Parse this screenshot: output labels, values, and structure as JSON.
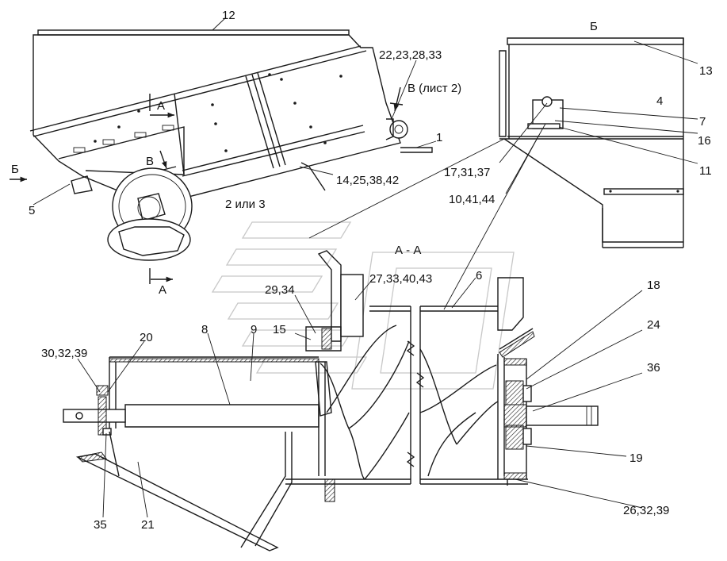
{
  "labels": {
    "n12": "12",
    "n22_23_28_33": "22,23,28,33",
    "view_b_sheet2": "В (лист 2)",
    "n1": "1",
    "n14_25_38_42": "14,25,38,42",
    "n2_or_3": "2 или 3",
    "n5": "5",
    "view_b_left": "Б",
    "sec_a_top": "А",
    "sec_a_bottom": "А",
    "view_v_small": "В",
    "view_b_title": "Б",
    "n13": "13",
    "n4": "4",
    "n7": "7",
    "n16": "16",
    "n11": "11",
    "n17_31_37": "17,31,37",
    "n10_41_44": "10,41,44",
    "section_aa": "А - А",
    "n27_33_40_43": "27,33,40,43",
    "n6": "6",
    "n29_34": "29,34",
    "n15": "15",
    "n8": "8",
    "n9": "9",
    "n20": "20",
    "n30_32_39": "30,32,39",
    "n18": "18",
    "n24": "24",
    "n36": "36",
    "n19": "19",
    "n26_32_39": "26,32,39",
    "n35": "35",
    "n21": "21"
  }
}
